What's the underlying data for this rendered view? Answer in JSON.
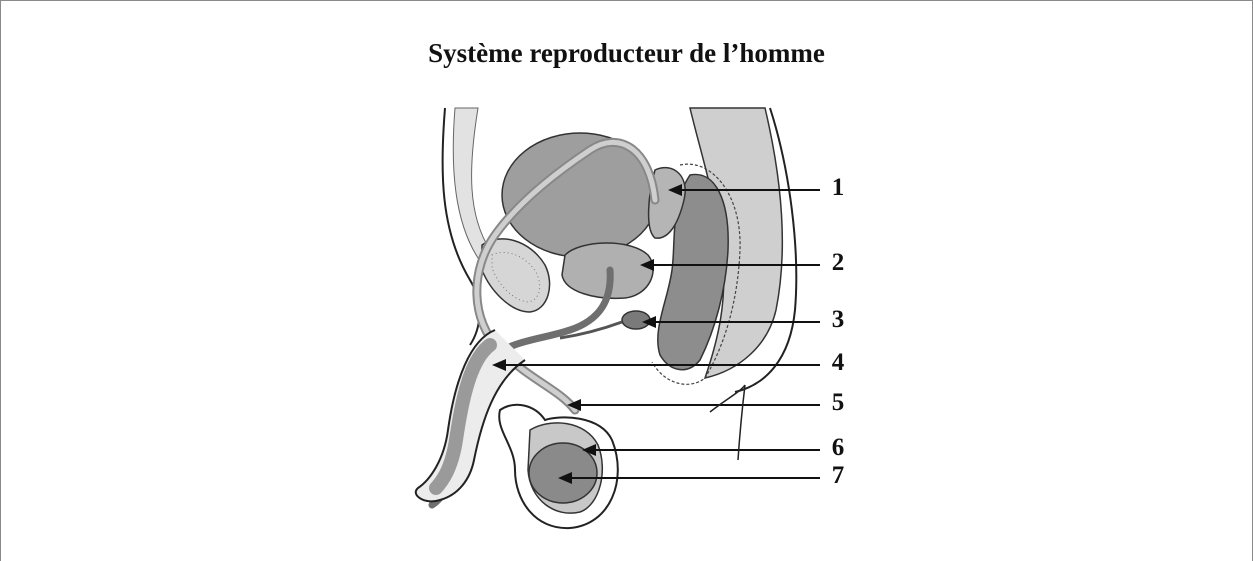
{
  "title": "Système reproducteur de l’homme",
  "labels": [
    "1",
    "2",
    "3",
    "4",
    "5",
    "6",
    "7"
  ]
}
